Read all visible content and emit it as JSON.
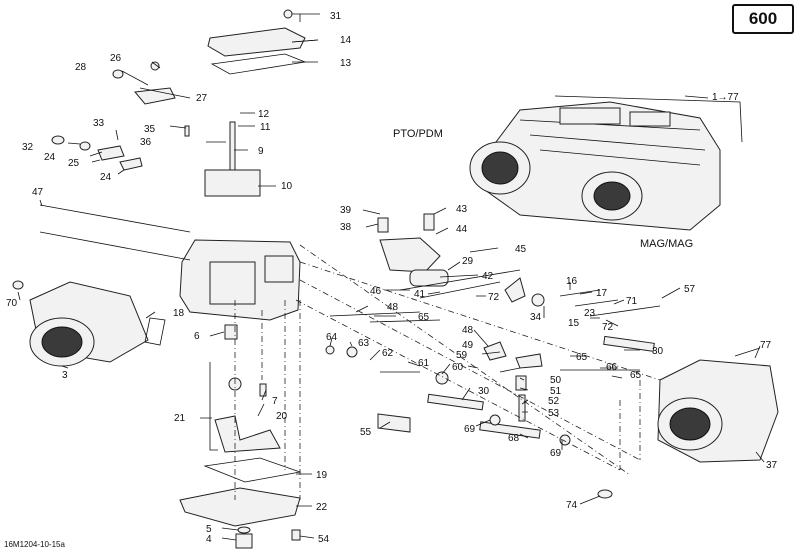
{
  "badge": "600",
  "drawing_code": "16M1204-10-15a",
  "views": {
    "pto": "PTO/PDM",
    "mag": "MAG/MAG"
  },
  "callouts": [
    {
      "id": "c1",
      "text": "1→77"
    },
    {
      "id": "c31",
      "text": "31"
    },
    {
      "id": "c14",
      "text": "14"
    },
    {
      "id": "c13",
      "text": "13"
    },
    {
      "id": "c26",
      "text": "26"
    },
    {
      "id": "c28",
      "text": "28"
    },
    {
      "id": "c27",
      "text": "27"
    },
    {
      "id": "c33",
      "text": "33"
    },
    {
      "id": "c35",
      "text": "35"
    },
    {
      "id": "c12",
      "text": "12"
    },
    {
      "id": "c11",
      "text": "11"
    },
    {
      "id": "c36",
      "text": "36"
    },
    {
      "id": "c9",
      "text": "9"
    },
    {
      "id": "c32",
      "text": "32"
    },
    {
      "id": "c24a",
      "text": "24"
    },
    {
      "id": "c25",
      "text": "25"
    },
    {
      "id": "c24b",
      "text": "24"
    },
    {
      "id": "c10",
      "text": "10"
    },
    {
      "id": "c47",
      "text": "47"
    },
    {
      "id": "c39",
      "text": "39"
    },
    {
      "id": "c43",
      "text": "43"
    },
    {
      "id": "c38",
      "text": "38"
    },
    {
      "id": "c44",
      "text": "44"
    },
    {
      "id": "c45",
      "text": "45"
    },
    {
      "id": "c29",
      "text": "29"
    },
    {
      "id": "c42",
      "text": "42"
    },
    {
      "id": "c46",
      "text": "46"
    },
    {
      "id": "c41",
      "text": "41"
    },
    {
      "id": "c72a",
      "text": "72"
    },
    {
      "id": "c16",
      "text": "16"
    },
    {
      "id": "c17",
      "text": "17"
    },
    {
      "id": "c57",
      "text": "57"
    },
    {
      "id": "c34",
      "text": "34"
    },
    {
      "id": "c71",
      "text": "71"
    },
    {
      "id": "c15",
      "text": "15"
    },
    {
      "id": "c23",
      "text": "23"
    },
    {
      "id": "c72b",
      "text": "72"
    },
    {
      "id": "c70",
      "text": "70"
    },
    {
      "id": "c18",
      "text": "18"
    },
    {
      "id": "c48a",
      "text": "48"
    },
    {
      "id": "c65a",
      "text": "65"
    },
    {
      "id": "c6",
      "text": "6"
    },
    {
      "id": "c64",
      "text": "64"
    },
    {
      "id": "c63",
      "text": "63"
    },
    {
      "id": "c48b",
      "text": "48"
    },
    {
      "id": "c49",
      "text": "49"
    },
    {
      "id": "c62",
      "text": "62"
    },
    {
      "id": "c59",
      "text": "59"
    },
    {
      "id": "c61",
      "text": "61"
    },
    {
      "id": "c60",
      "text": "60"
    },
    {
      "id": "c30a",
      "text": "30"
    },
    {
      "id": "c65b",
      "text": "65"
    },
    {
      "id": "c66",
      "text": "66"
    },
    {
      "id": "c65c",
      "text": "65"
    },
    {
      "id": "c50",
      "text": "50"
    },
    {
      "id": "c51",
      "text": "51"
    },
    {
      "id": "c77",
      "text": "77"
    },
    {
      "id": "c3",
      "text": "3"
    },
    {
      "id": "c30b",
      "text": "30"
    },
    {
      "id": "c52",
      "text": "52"
    },
    {
      "id": "c7",
      "text": "7"
    },
    {
      "id": "c21",
      "text": "21"
    },
    {
      "id": "c20",
      "text": "20"
    },
    {
      "id": "c53",
      "text": "53"
    },
    {
      "id": "c55",
      "text": "55"
    },
    {
      "id": "c69a",
      "text": "69"
    },
    {
      "id": "c68",
      "text": "68"
    },
    {
      "id": "c69b",
      "text": "69"
    },
    {
      "id": "c37",
      "text": "37"
    },
    {
      "id": "c19",
      "text": "19"
    },
    {
      "id": "c22",
      "text": "22"
    },
    {
      "id": "c74",
      "text": "74"
    },
    {
      "id": "c5",
      "text": "5"
    },
    {
      "id": "c4",
      "text": "4"
    },
    {
      "id": "c54",
      "text": "54"
    }
  ]
}
